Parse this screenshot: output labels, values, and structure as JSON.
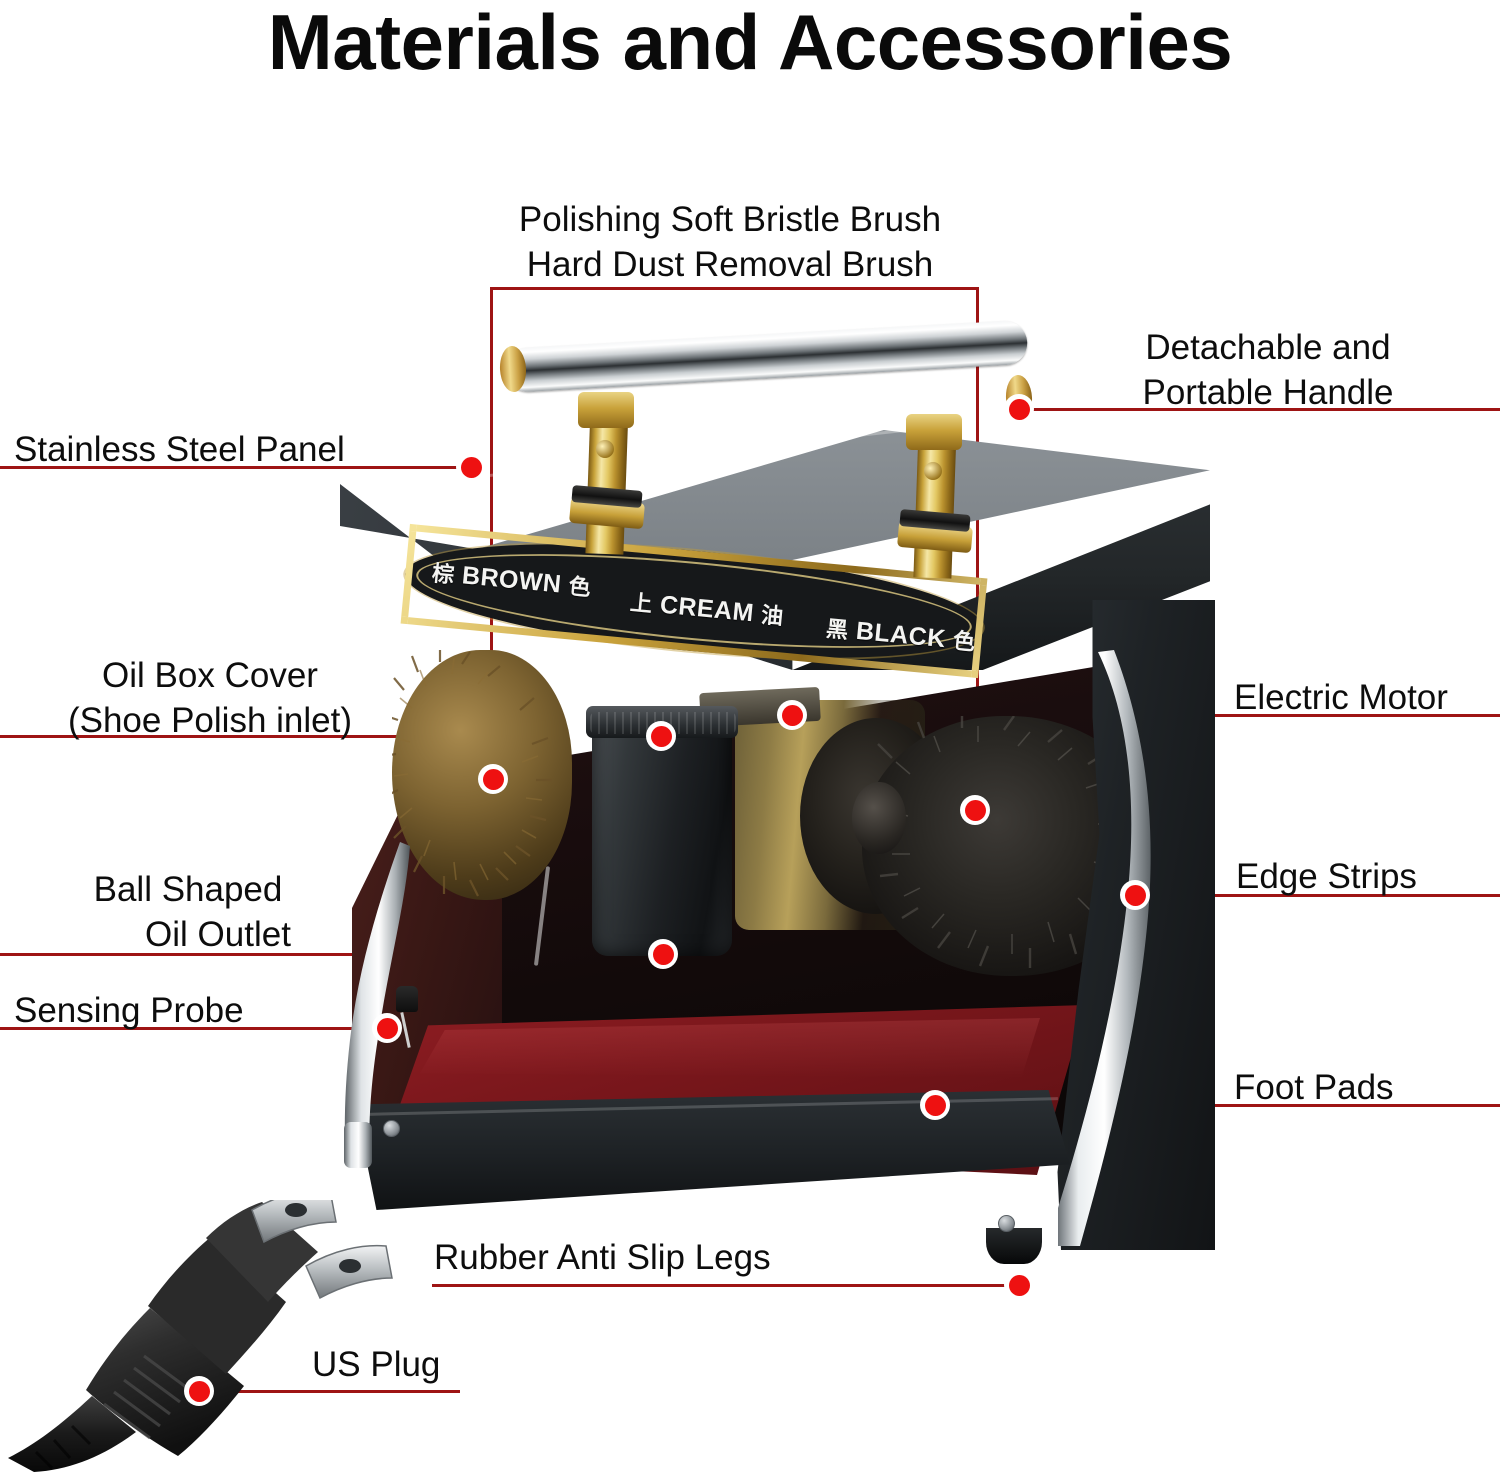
{
  "page": {
    "title": "Materials and Accessories",
    "background_color": "#ffffff",
    "accent_color": "#9e1414",
    "marker_color": "#ee1111"
  },
  "callouts": [
    {
      "id": "polishing-soft-bristle-brush",
      "text": "Polishing Soft Bristle Brush"
    },
    {
      "id": "hard-dust-removal-brush",
      "text": "Hard Dust Removal Brush"
    },
    {
      "id": "detachable-portable-handle-line1",
      "text": "Detachable and"
    },
    {
      "id": "detachable-portable-handle-line2",
      "text": "Portable Handle"
    },
    {
      "id": "stainless-steel-panel",
      "text": "Stainless Steel Panel"
    },
    {
      "id": "oil-box-cover-line1",
      "text": "Oil Box Cover"
    },
    {
      "id": "oil-box-cover-line2",
      "text": "(Shoe Polish inlet)"
    },
    {
      "id": "ball-shaped-oil-outlet-line1",
      "text": "Ball Shaped"
    },
    {
      "id": "ball-shaped-oil-outlet-line2",
      "text": "Oil Outlet"
    },
    {
      "id": "sensing-probe",
      "text": "Sensing Probe"
    },
    {
      "id": "electric-motor",
      "text": "Electric Motor"
    },
    {
      "id": "edge-strips",
      "text": "Edge Strips"
    },
    {
      "id": "foot-pads",
      "text": "Foot Pads"
    },
    {
      "id": "rubber-anti-slip-legs",
      "text": "Rubber Anti Slip Legs"
    },
    {
      "id": "us-plug",
      "text": "US Plug"
    }
  ],
  "control_panel": {
    "brown": {
      "cn_left": "棕",
      "en": "BROWN",
      "cn_right": "色"
    },
    "cream": {
      "cn_left": "上",
      "en": "CREAM",
      "cn_right": "油"
    },
    "black": {
      "cn_left": "黑",
      "en": "BLACK",
      "cn_right": "色"
    }
  }
}
